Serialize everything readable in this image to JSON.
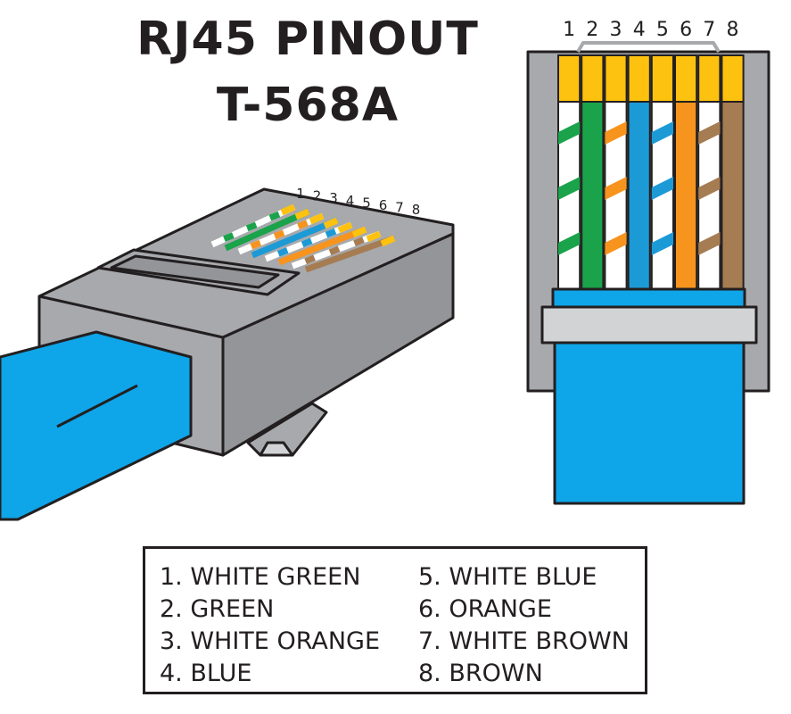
{
  "title": {
    "line1": "RJ45 PINOUT",
    "line2": "T-568A"
  },
  "pin_numbers": [
    "1",
    "2",
    "3",
    "4",
    "5",
    "6",
    "7",
    "8"
  ],
  "wires": [
    {
      "pin": "1",
      "name": "WHITE GREEN",
      "base": "#ffffff",
      "stripe": "#1aa34a"
    },
    {
      "pin": "2",
      "name": "GREEN",
      "base": "#1aa34a",
      "stripe": "#1aa34a"
    },
    {
      "pin": "3",
      "name": "WHITE ORANGE",
      "base": "#ffffff",
      "stripe": "#f7941d"
    },
    {
      "pin": "4",
      "name": "BLUE",
      "base": "#1c9ad6",
      "stripe": "#1c9ad6"
    },
    {
      "pin": "5",
      "name": "WHITE BLUE",
      "base": "#ffffff",
      "stripe": "#1c9ad6"
    },
    {
      "pin": "6",
      "name": "ORANGE",
      "base": "#f7941d",
      "stripe": "#f7941d"
    },
    {
      "pin": "7",
      "name": "WHITE BROWN",
      "base": "#ffffff",
      "stripe": "#a67c52"
    },
    {
      "pin": "8",
      "name": "BROWN",
      "base": "#a67c52",
      "stripe": "#a67c52"
    }
  ],
  "legend": {
    "left": [
      "1. WHITE GREEN",
      "2. GREEN",
      "3. WHITE ORANGE",
      "4. BLUE"
    ],
    "right": [
      "5. WHITE BLUE",
      "6. ORANGE",
      "7. WHITE BROWN",
      "8. BROWN"
    ]
  },
  "colors": {
    "plug_gray": "#a7a9ac",
    "plug_dark": "#939598",
    "plug_light": "#d1d3d4",
    "cable_blue": "#0ea5e9",
    "contact_gold": "#fdc20f",
    "outline": "#231f20"
  }
}
